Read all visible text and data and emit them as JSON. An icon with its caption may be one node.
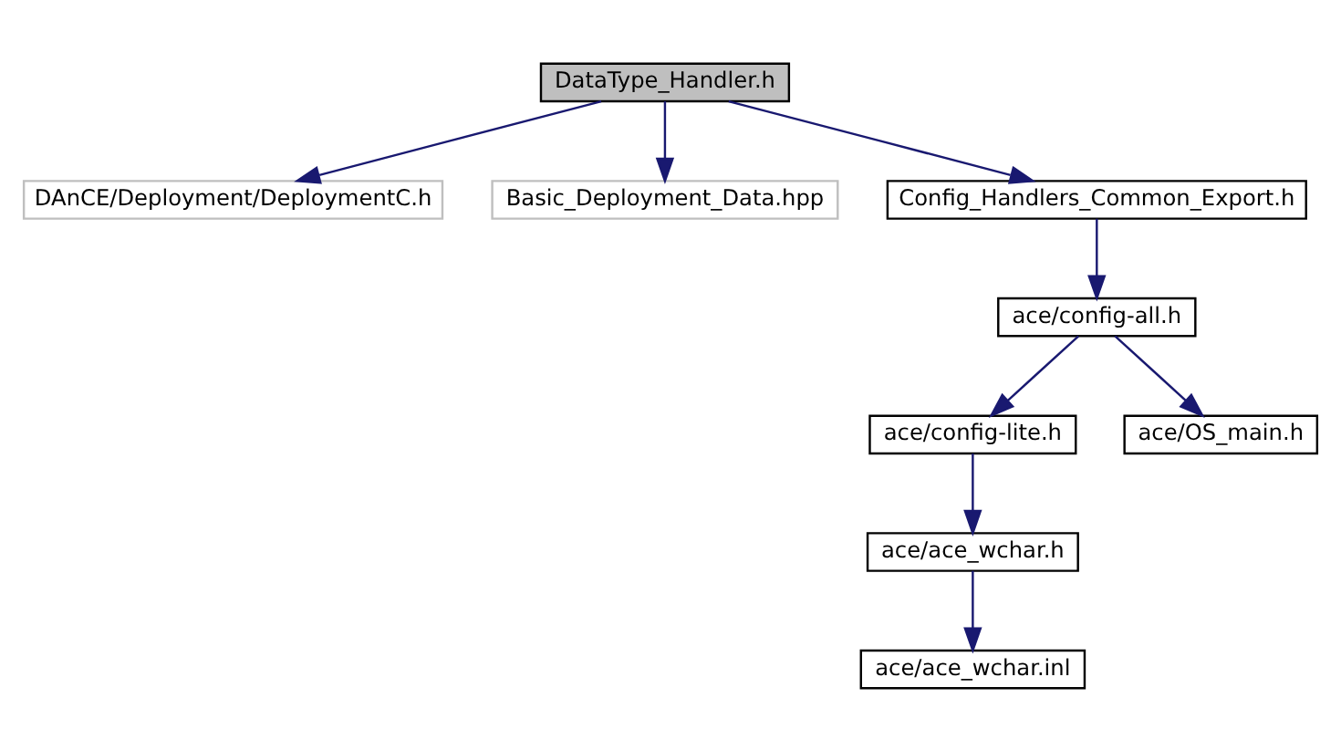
{
  "diagram": {
    "nodes": [
      {
        "text": [
          "DataType_Handler.h"
        ]
      },
      {
        "text": [
          "DAnCE/Deployment/DeploymentC.h"
        ]
      },
      {
        "text": [
          "Basic_Deployment_Data.hpp"
        ]
      },
      {
        "text": [
          "Config_Handlers_Common_Export.h"
        ]
      },
      {
        "text": [
          "ace/config-all.h"
        ]
      },
      {
        "text": [
          "ace/config-lite.h"
        ]
      },
      {
        "text": [
          "ace/OS_main.h"
        ]
      },
      {
        "text": [
          "ace/ace_wchar.h"
        ]
      },
      {
        "text": [
          "ace/ace_wchar.inl"
        ]
      }
    ],
    "edges": [
      {
        "from": 0,
        "to": 1,
        "arrow": "to"
      },
      {
        "from": 0,
        "to": 2,
        "arrow": "to"
      },
      {
        "from": 0,
        "to": 3,
        "arrow": "to"
      },
      {
        "from": 3,
        "to": 4,
        "arrow": "to"
      },
      {
        "from": 4,
        "to": 5,
        "arrow": "to"
      },
      {
        "from": 4,
        "to": 6,
        "arrow": "to"
      },
      {
        "from": 5,
        "to": 7,
        "arrow": "to"
      },
      {
        "from": 7,
        "to": 8,
        "arrow": "to"
      }
    ]
  }
}
